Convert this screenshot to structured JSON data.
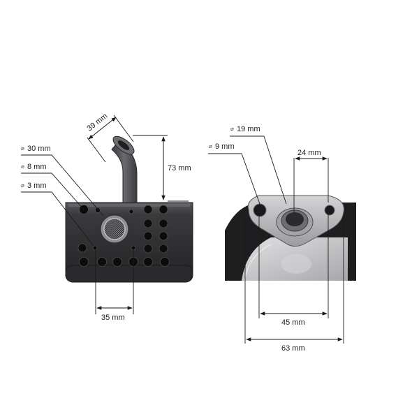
{
  "diameter_symbol": "⌀",
  "colors": {
    "muffler_body": "#2e2e30",
    "muffler_highlight": "#5a5a5e",
    "flange_metal": "#b9b9bc",
    "pipe": "#4a4a4d",
    "dimension_line": "#1a1a1a"
  },
  "left_view": {
    "labels": {
      "pipe_outlet_diameter": "30 mm",
      "mount_hole_diameter": "8 mm",
      "small_hole_diameter": "3 mm",
      "outlet_length": "39 mm",
      "outlet_height": "73 mm",
      "hole_spacing": "35 mm"
    }
  },
  "right_view": {
    "labels": {
      "inlet_diameter": "19 mm",
      "bolt_hole_diameter": "9 mm",
      "inlet_width": "24 mm",
      "bolt_spacing": "45 mm",
      "flange_width": "63 mm"
    }
  }
}
